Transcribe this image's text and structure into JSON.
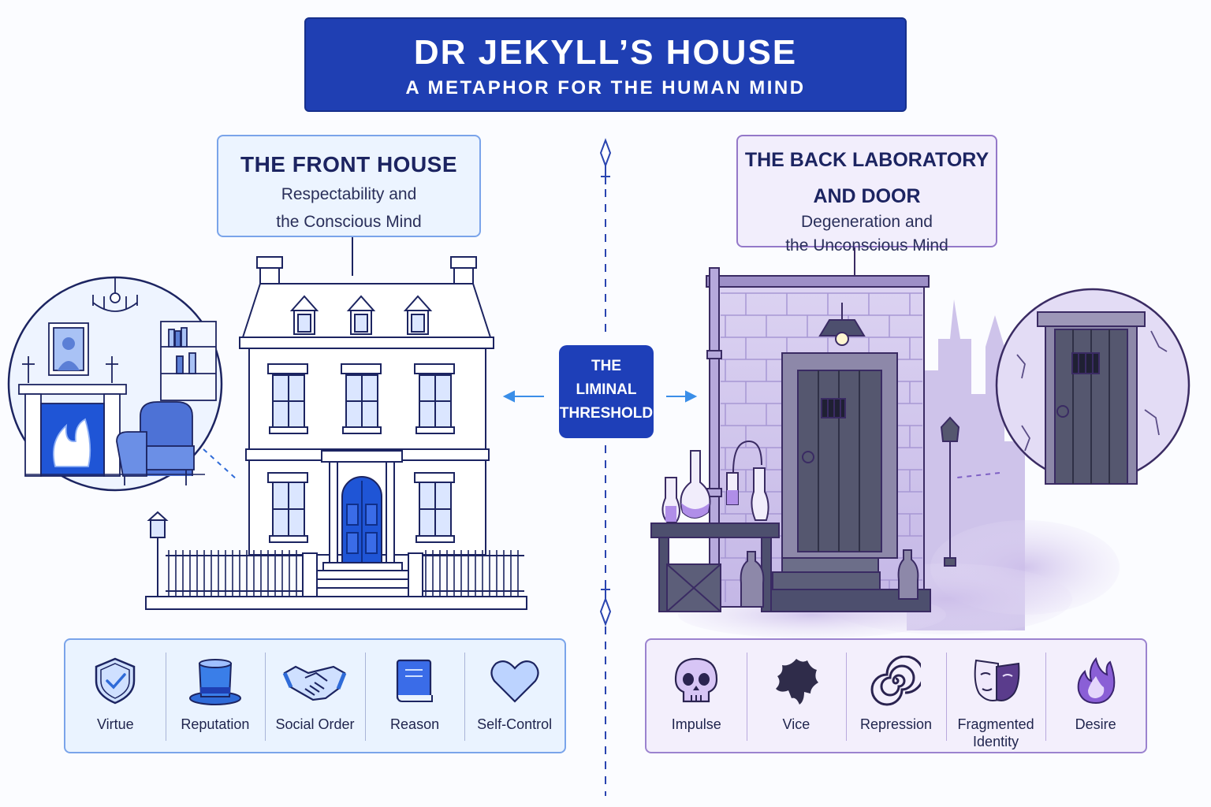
{
  "header": {
    "title": "DR JEKYLL’S HOUSE",
    "subtitle": "A METAPHOR FOR THE HUMAN MIND"
  },
  "front_house": {
    "heading": "THE FRONT HOUSE",
    "desc_line1": "Respectability and",
    "desc_line2": "the Conscious Mind"
  },
  "back_lab": {
    "heading_line1": "THE BACK LABORATORY",
    "heading_line2": "AND DOOR",
    "desc_line1": "Degeneration and",
    "desc_line2": "the Unconscious Mind"
  },
  "threshold": {
    "line1": "THE",
    "line2": "LIMINAL",
    "line3": "THRESHOLD"
  },
  "conscious_traits": [
    {
      "label": "Virtue",
      "icon": "shield-check-icon"
    },
    {
      "label": "Reputation",
      "icon": "top-hat-icon"
    },
    {
      "label": "Social Order",
      "icon": "handshake-icon"
    },
    {
      "label": "Reason",
      "icon": "book-icon"
    },
    {
      "label": "Self-Control",
      "icon": "heart-icon"
    }
  ],
  "unconscious_traits": [
    {
      "label": "Impulse",
      "icon": "skull-icon"
    },
    {
      "label": "Vice",
      "icon": "ink-blot-icon"
    },
    {
      "label": "Repression",
      "icon": "spiral-icon"
    },
    {
      "label_line1": "Fragmented",
      "label_line2": "Identity",
      "icon": "split-mask-icon"
    },
    {
      "label": "Desire",
      "icon": "flame-icon"
    }
  ],
  "colors": {
    "primary_blue": "#1f3fb3",
    "light_blue": "#ecf4ff",
    "purple": "#9478c9",
    "light_purple": "#f2eefc",
    "ink": "#1c2461",
    "dark_stone": "#4d4f6e"
  }
}
